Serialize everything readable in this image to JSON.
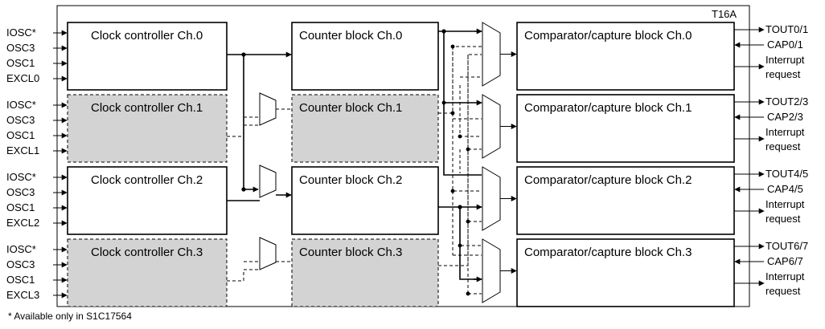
{
  "module_name": "T16A",
  "footnote": "* Available only in S1C17564",
  "channels": [
    {
      "inputs": [
        "IOSC*",
        "OSC3",
        "OSC1",
        "EXCL0"
      ],
      "clock": "Clock controller Ch.0",
      "counter": "Counter block Ch.0",
      "comparator": "Comparator/capture block Ch.0",
      "tout": "TOUT0/1",
      "cap": "CAP0/1",
      "irq": [
        "Interrupt",
        "request"
      ],
      "active": true
    },
    {
      "inputs": [
        "IOSC*",
        "OSC3",
        "OSC1",
        "EXCL1"
      ],
      "clock": "Clock controller Ch.1",
      "counter": "Counter block Ch.1",
      "comparator": "Comparator/capture block Ch.1",
      "tout": "TOUT2/3",
      "cap": "CAP2/3",
      "irq": [
        "Interrupt",
        "request"
      ],
      "active": false
    },
    {
      "inputs": [
        "IOSC*",
        "OSC3",
        "OSC1",
        "EXCL2"
      ],
      "clock": "Clock controller Ch.2",
      "counter": "Counter block Ch.2",
      "comparator": "Comparator/capture block Ch.2",
      "tout": "TOUT4/5",
      "cap": "CAP4/5",
      "irq": [
        "Interrupt",
        "request"
      ],
      "active": true
    },
    {
      "inputs": [
        "IOSC*",
        "OSC3",
        "OSC1",
        "EXCL3"
      ],
      "clock": "Clock controller Ch.3",
      "counter": "Counter block Ch.3",
      "comparator": "Comparator/capture block Ch.3",
      "tout": "TOUT6/7",
      "cap": "CAP6/7",
      "irq": [
        "Interrupt",
        "request"
      ],
      "active": false
    }
  ]
}
